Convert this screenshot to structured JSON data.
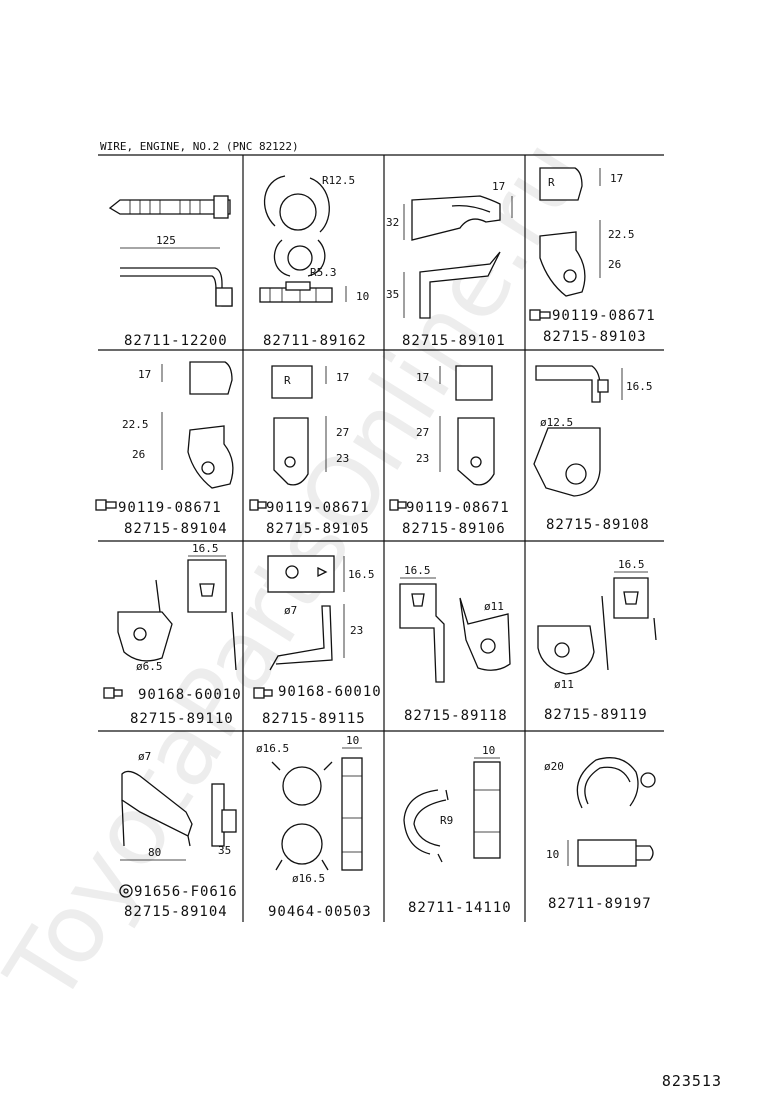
{
  "header": {
    "title": "WIRE, ENGINE, NO.2 (PNC 82122)"
  },
  "watermark": "ToyotaPartsOnline.ru",
  "diagram_code": "823513",
  "cells": [
    {
      "part": "82711-12200",
      "dims": [
        "125"
      ]
    },
    {
      "part": "82711-89162",
      "dims": [
        "R12.5",
        "R5.3",
        "10"
      ]
    },
    {
      "part": "82715-89101",
      "dims": [
        "17",
        "32",
        "35"
      ]
    },
    {
      "part": "82715-89103",
      "bolt": "90119-08671",
      "dims": [
        "R",
        "17",
        "22.5",
        "26"
      ]
    },
    {
      "part": "82715-89104",
      "bolt": "90119-08671",
      "dims": [
        "17",
        "22.5",
        "26"
      ]
    },
    {
      "part": "82715-89105",
      "bolt": "90119-08671",
      "dims": [
        "R",
        "17",
        "27",
        "23"
      ]
    },
    {
      "part": "82715-89106",
      "bolt": "90119-08671",
      "dims": [
        "17",
        "27",
        "23"
      ]
    },
    {
      "part": "82715-89108",
      "dims": [
        "16.5",
        "ø12.5"
      ]
    },
    {
      "part": "82715-89110",
      "bolt": "90168-60010",
      "dims": [
        "16.5",
        "ø6.5"
      ]
    },
    {
      "part": "82715-89115",
      "bolt": "90168-60010",
      "dims": [
        "16.5",
        "ø7",
        "23"
      ]
    },
    {
      "part": "82715-89118",
      "dims": [
        "16.5",
        "ø11"
      ]
    },
    {
      "part": "82715-89119",
      "dims": [
        "16.5",
        "ø11"
      ]
    },
    {
      "part": "82715-89104",
      "bolt": "91656-F0616",
      "dims": [
        "ø7",
        "80",
        "35"
      ]
    },
    {
      "part": "90464-00503",
      "dims": [
        "ø16.5",
        "10",
        "ø16.5"
      ]
    },
    {
      "part": "82711-14110",
      "dims": [
        "10",
        "R9"
      ]
    },
    {
      "part": "82711-89197",
      "dims": [
        "ø20",
        "10"
      ]
    }
  ]
}
